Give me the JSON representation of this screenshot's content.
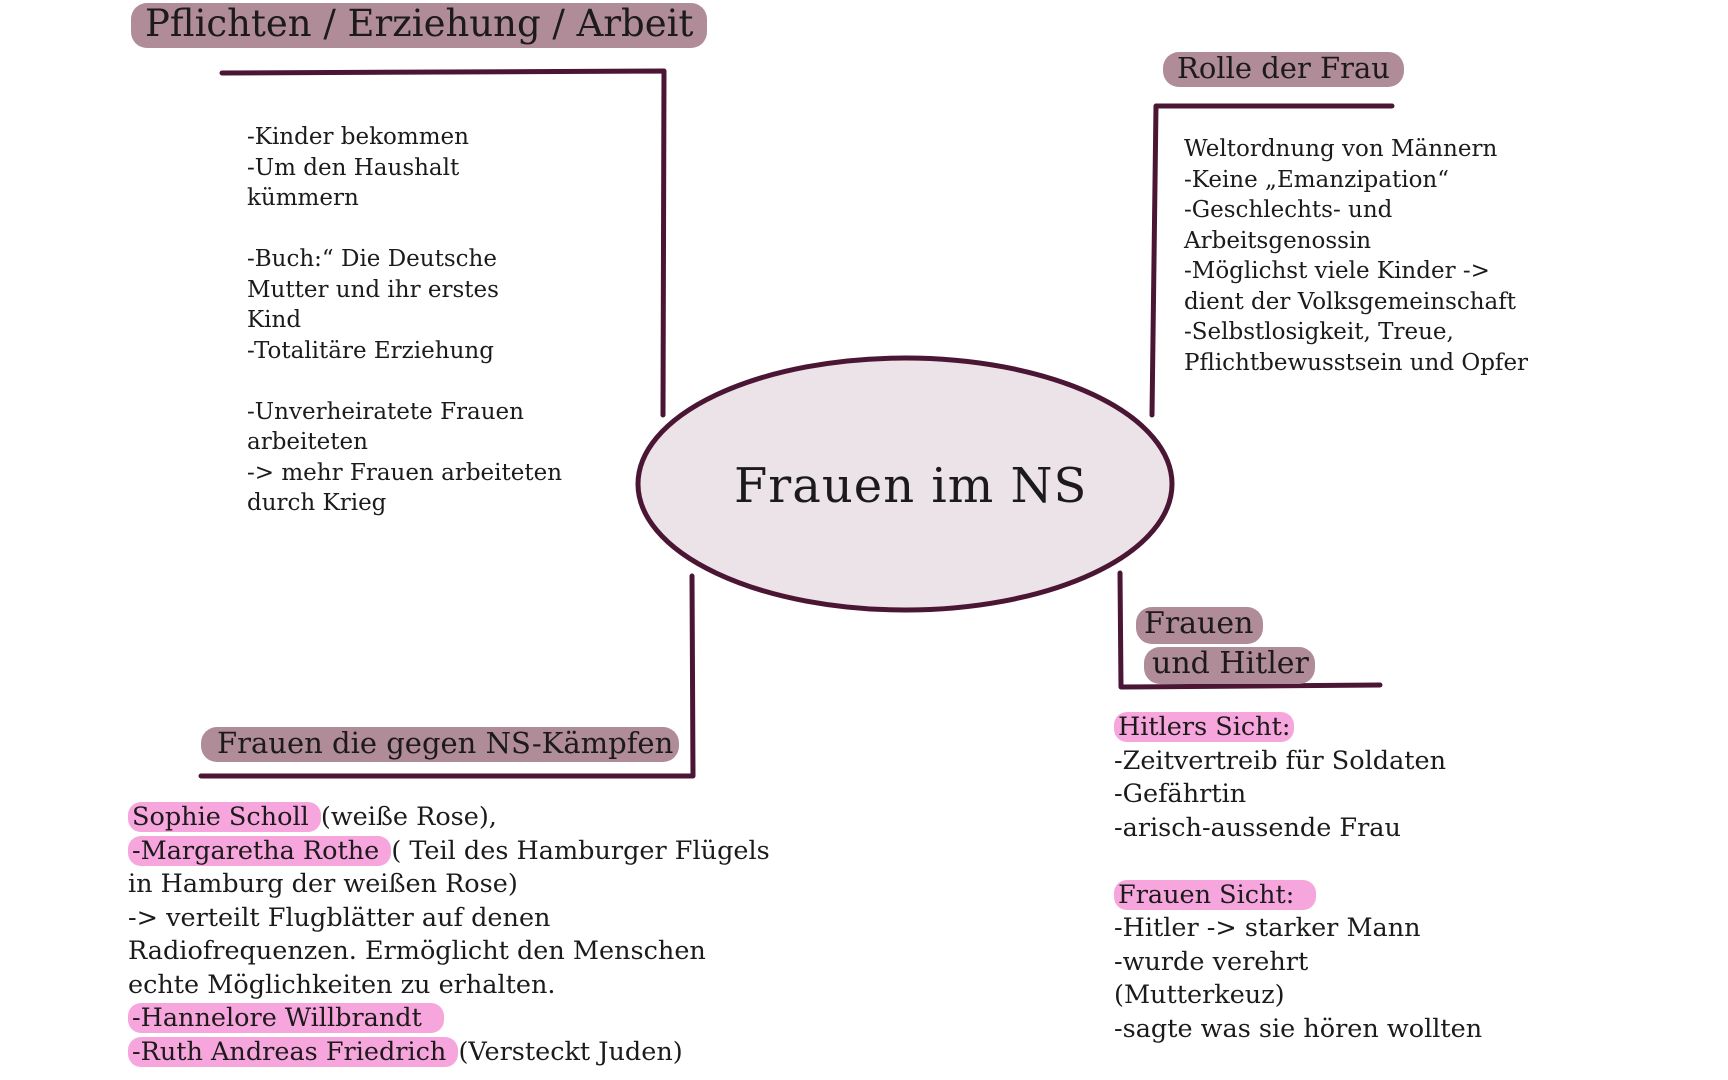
{
  "center": {
    "label": "Frauen im NS"
  },
  "colors": {
    "line": "#4a1634",
    "title_highlight": "#b08b98",
    "name_highlight": "#f6a6dc",
    "ellipse_fill": "#ebe3e8"
  },
  "topics": {
    "pflichten": {
      "title": "Pflichten / Erziehung / Arbeit",
      "lines": [
        "-Kinder bekommen",
        "-Um den Haushalt",
        "kümmern",
        "",
        "-Buch:“ Die Deutsche",
        "Mutter und ihr erstes",
        "Kind",
        "-Totalitäre Erziehung",
        "",
        "-Unverheiratete Frauen",
        "arbeiteten",
        "-> mehr Frauen arbeiteten",
        "durch Krieg"
      ]
    },
    "rolle": {
      "title": "Rolle der Frau",
      "lines": [
        "Weltordnung von Männern",
        "-Keine „Emanzipation“",
        "-Geschlechts- und",
        "Arbeitsgenossin",
        "-Möglichst viele Kinder ->",
        "dient der Volksgemeinschaft",
        "-Selbstlosigkeit, Treue,",
        "Pflichtbewusstsein und Opfer"
      ]
    },
    "hitler": {
      "title_line1": "Frauen",
      "title_line2": "und Hitler",
      "hitler_view_label": "Hitlers Sicht:",
      "hitler_view_lines": [
        "-Zeitvertreib für Soldaten",
        "-Gefährtin",
        "-arisch-aussende Frau"
      ],
      "women_view_label": "Frauen Sicht:",
      "women_view_lines": [
        "-Hitler -> starker Mann",
        "-wurde verehrt",
        "(Mutterkeuz)",
        "-sagte was sie hören wollten"
      ]
    },
    "widerstand": {
      "title": "Frauen die gegen NS-Kämpfen",
      "sophie_name": "Sophie Scholl ",
      "sophie_rest": "(weiße Rose),",
      "margaretha_name": "-Margaretha Rothe ",
      "margaretha_rest": "( Teil des Hamburger Flügels",
      "line3": "in Hamburg der weißen Rose)",
      "line4": "-> verteilt Flugblätter auf denen",
      "line5": "Radiofrequenzen. Ermöglicht den Menschen",
      "line6": "echte Möglichkeiten zu erhalten.",
      "hannelore_name": "-Hannelore Willbrandt",
      "ruth_name": "-Ruth Andreas Friedrich ",
      "ruth_rest": "(Versteckt Juden)"
    }
  }
}
